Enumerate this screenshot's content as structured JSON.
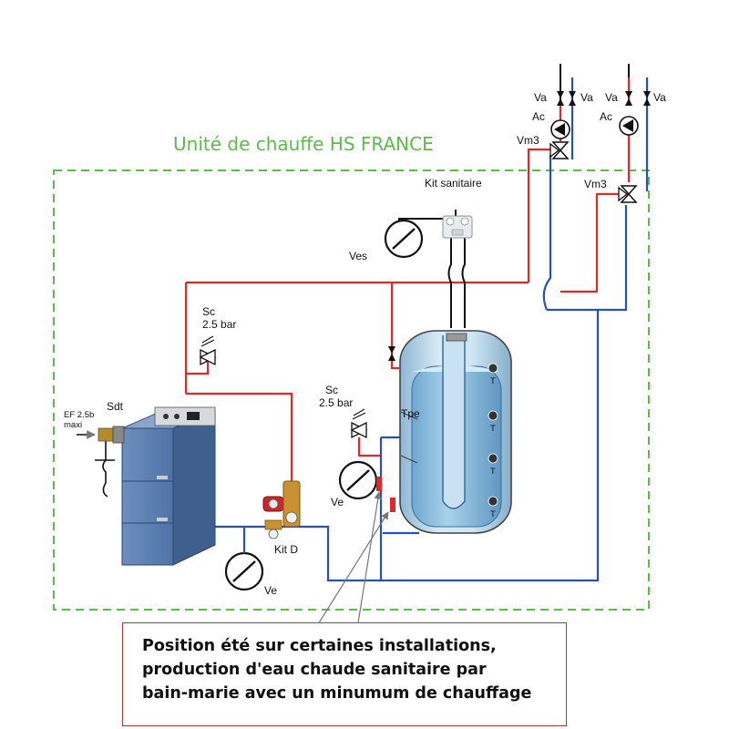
{
  "title": "Unité de chauffe HS FRANCE",
  "colors": {
    "hot_pipe": "#e02a2a",
    "cold_pipe": "#2a4fb5",
    "boundary": "#5dbb4a",
    "boiler": "#5b7eb0",
    "tank": "#b9d7ea",
    "note_border": "#a83a3a"
  },
  "labels": {
    "kit_sanitaire": "Kit sanitaire",
    "ves": "Ves",
    "sc_left": "Sc",
    "sc_left_pressure": "2.5 bar",
    "sc_mid": "Sc",
    "sc_mid_pressure": "2.5 bar",
    "ef_line1": "EF 2.5b",
    "ef_line2": "maxi",
    "sdt": "Sdt",
    "tpe": "Tpe",
    "ve_left": "Ve",
    "ve_bottom": "Ve",
    "kit_d": "Kit D",
    "va": [
      "Va",
      "Va",
      "Va",
      "Va"
    ],
    "ac": [
      "Ac",
      "Ac"
    ],
    "vm3": [
      "Vm3",
      "Vm3"
    ],
    "sensor": "T"
  },
  "note": {
    "lines": [
      "Position été sur certaines installations,",
      "production d'eau chaude sanitaire par",
      "bain-marie avec un minumum de chauffage"
    ]
  },
  "icons": [
    "gauge-icon",
    "pump-icon",
    "safety-valve-icon",
    "three-way-valve-icon",
    "check-valve-icon",
    "temperature-sensor-icon",
    "boiler-icon",
    "storage-tank-icon",
    "sanitary-kit-icon"
  ]
}
